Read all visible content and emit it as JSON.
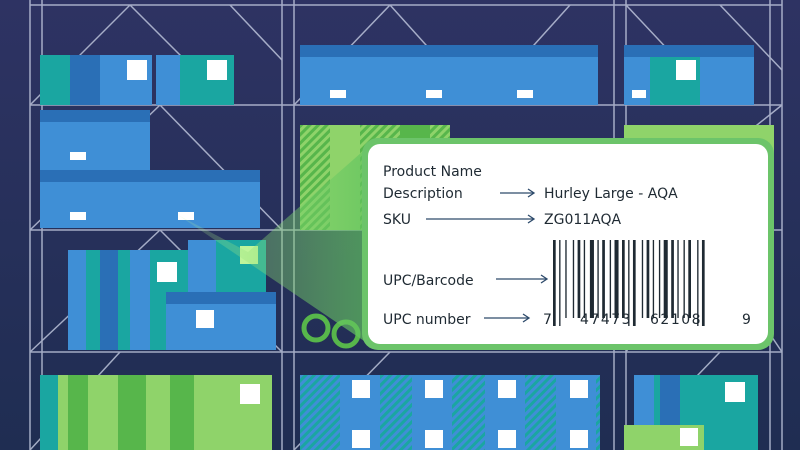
{
  "label": {
    "product_name": "Product Name",
    "description_key": "Description",
    "description_value": "Hurley Large - AQA",
    "sku_key": "SKU",
    "sku_value": "ZG011AQA",
    "barcode_key": "UPC/Barcode",
    "upc_key": "UPC number",
    "upc_digits": [
      "7",
      "47473",
      "62108",
      "9"
    ]
  },
  "colors": {
    "background_top": "#2e3363",
    "background_bottom": "#1f2d52",
    "shelf_line": "#cfd6ea",
    "box_blue": "#3f8fd6",
    "box_blue_dark": "#2a6fb6",
    "box_teal": "#1aa6a1",
    "box_green": "#8fd36a",
    "box_green_dark": "#57b64b",
    "label_border": "#6cc46a",
    "label_fill": "#ffffff",
    "arrow": "#2d4a6b",
    "text": "#1f2a33"
  }
}
